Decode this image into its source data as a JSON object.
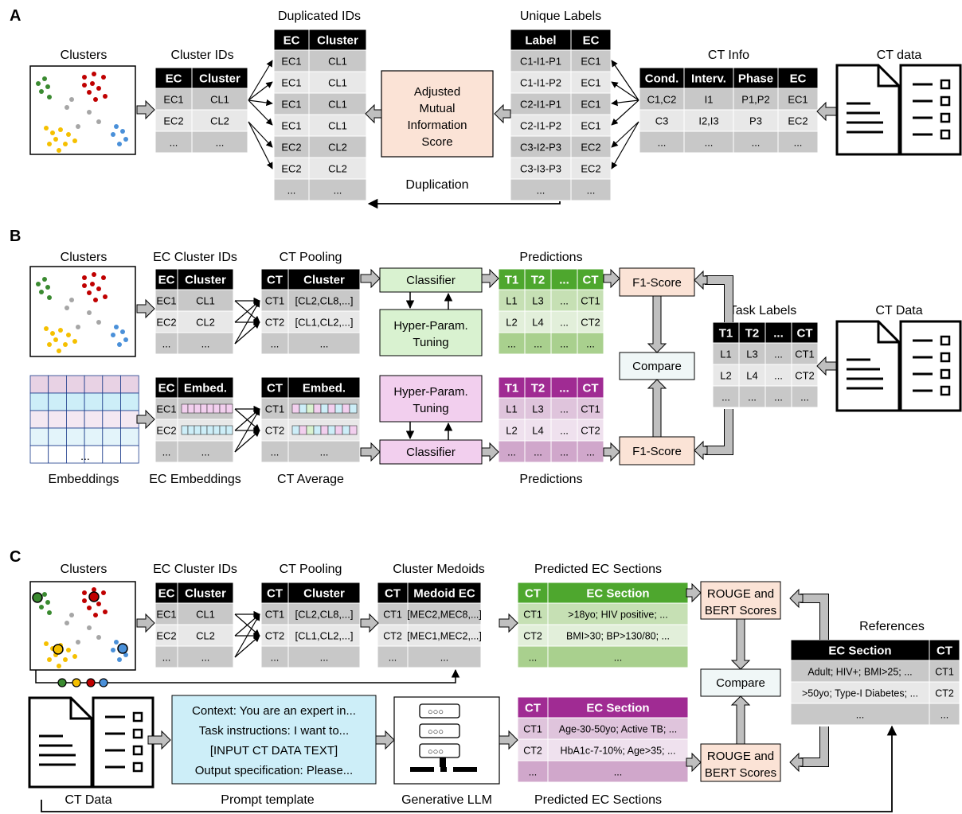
{
  "panel_a": {
    "letter": "A",
    "clusters_label": "Clusters",
    "cluster_ids": {
      "title": "Cluster IDs",
      "headers": [
        "EC",
        "Cluster"
      ],
      "rows": [
        [
          "EC1",
          "CL1"
        ],
        [
          "EC2",
          "CL2"
        ],
        [
          "...",
          "..."
        ]
      ]
    },
    "dup_ids": {
      "title": "Duplicated IDs",
      "headers": [
        "EC",
        "Cluster"
      ],
      "rows": [
        [
          "EC1",
          "CL1"
        ],
        [
          "EC1",
          "CL1"
        ],
        [
          "EC1",
          "CL1"
        ],
        [
          "EC1",
          "CL1"
        ],
        [
          "EC2",
          "CL2"
        ],
        [
          "EC2",
          "CL2"
        ],
        [
          "...",
          "..."
        ]
      ]
    },
    "ami": [
      "Adjusted",
      "Mutual",
      "Information",
      "Score"
    ],
    "unique_labels": {
      "title": "Unique Labels",
      "headers": [
        "Label",
        "EC"
      ],
      "rows": [
        [
          "C1-I1-P1",
          "EC1"
        ],
        [
          "C1-I1-P2",
          "EC1"
        ],
        [
          "C2-I1-P1",
          "EC1"
        ],
        [
          "C2-I1-P2",
          "EC1"
        ],
        [
          "C3-I2-P3",
          "EC2"
        ],
        [
          "C3-I3-P3",
          "EC2"
        ],
        [
          "...",
          "..."
        ]
      ]
    },
    "duplication_label": "Duplication",
    "ct_info": {
      "title": "CT Info",
      "headers": [
        "Cond.",
        "Interv.",
        "Phase",
        "EC"
      ],
      "rows": [
        [
          "C1,C2",
          "I1",
          "P1,P2",
          "EC1"
        ],
        [
          "C3",
          "I2,I3",
          "P3",
          "EC2"
        ],
        [
          "...",
          "...",
          "...",
          "..."
        ]
      ]
    },
    "ct_data_label": "CT data"
  },
  "panel_b": {
    "letter": "B",
    "clusters_label": "Clusters",
    "embeddings_label": "Embeddings",
    "embeddings_dots": "...",
    "ec_cluster_ids": {
      "title": "EC Cluster IDs",
      "headers": [
        "EC",
        "Cluster"
      ],
      "rows": [
        [
          "EC1",
          "CL1"
        ],
        [
          "EC2",
          "CL2"
        ],
        [
          "...",
          "..."
        ]
      ]
    },
    "ct_pooling": {
      "title": "CT Pooling",
      "headers": [
        "CT",
        "Cluster"
      ],
      "rows": [
        [
          "CT1",
          "[CL2,CL8,...]"
        ],
        [
          "CT2",
          "[CL1,CL2,...]"
        ],
        [
          "...",
          "..."
        ]
      ]
    },
    "ec_embeddings": {
      "title": "EC Embeddings",
      "headers": [
        "EC",
        "Embed."
      ],
      "rows": [
        [
          "EC1",
          ""
        ],
        [
          "EC2",
          ""
        ],
        [
          "...",
          "..."
        ]
      ]
    },
    "ct_average": {
      "title": "CT Average",
      "headers": [
        "CT",
        "Embed."
      ],
      "rows": [
        [
          "CT1",
          ""
        ],
        [
          "CT2",
          ""
        ],
        [
          "...",
          "..."
        ]
      ]
    },
    "classifier_label": "Classifier",
    "tuning_label": [
      "Hyper-Param.",
      "Tuning"
    ],
    "predictions_label": "Predictions",
    "pred_headers": [
      "T1",
      "T2",
      "...",
      "CT"
    ],
    "pred_rows": [
      [
        "L1",
        "L3",
        "...",
        "CT1"
      ],
      [
        "L2",
        "L4",
        "...",
        "CT2"
      ],
      [
        "...",
        "...",
        "...",
        "..."
      ]
    ],
    "f1_label": "F1-Score",
    "compare_label": "Compare",
    "task_labels": {
      "title": "Task Labels",
      "headers": [
        "T1",
        "T2",
        "...",
        "CT"
      ],
      "rows": [
        [
          "L1",
          "L3",
          "...",
          "CT1"
        ],
        [
          "L2",
          "L4",
          "...",
          "CT2"
        ],
        [
          "...",
          "...",
          "...",
          "..."
        ]
      ]
    },
    "ct_data_label": "CT Data"
  },
  "panel_c": {
    "letter": "C",
    "clusters_label": "Clusters",
    "ec_cluster_ids": {
      "title": "EC Cluster IDs",
      "headers": [
        "EC",
        "Cluster"
      ],
      "rows": [
        [
          "EC1",
          "CL1"
        ],
        [
          "EC2",
          "CL2"
        ],
        [
          "...",
          "..."
        ]
      ]
    },
    "ct_pooling": {
      "title": "CT Pooling",
      "headers": [
        "CT",
        "Cluster"
      ],
      "rows": [
        [
          "CT1",
          "[CL2,CL8,...]"
        ],
        [
          "CT2",
          "[CL1,CL2,...]"
        ],
        [
          "...",
          "..."
        ]
      ]
    },
    "medoids": {
      "title": "Cluster Medoids",
      "headers": [
        "CT",
        "Medoid EC"
      ],
      "rows": [
        [
          "CT1",
          "[MEC2,MEC8,...]"
        ],
        [
          "CT2",
          "[MEC1,MEC2,...]"
        ],
        [
          "...",
          "..."
        ]
      ]
    },
    "pred_top": {
      "title": "Predicted EC Sections",
      "headers": [
        "CT",
        "EC Section"
      ],
      "rows": [
        [
          "CT1",
          ">18yo; HIV positive; ..."
        ],
        [
          "CT2",
          "BMI>30; BP>130/80; ..."
        ],
        [
          "...",
          "..."
        ]
      ]
    },
    "pred_bottom": {
      "title": "Predicted EC Sections",
      "headers": [
        "CT",
        "EC Section"
      ],
      "rows": [
        [
          "CT1",
          "Age-30-50yo; Active TB; ..."
        ],
        [
          "CT2",
          "HbA1c-7-10%; Age>35; ..."
        ],
        [
          "...",
          "..."
        ]
      ]
    },
    "rouge_label": [
      "ROUGE and",
      "BERT Scores"
    ],
    "compare_label": "Compare",
    "references": {
      "title": "References",
      "headers": [
        "EC Section",
        "CT"
      ],
      "rows": [
        [
          "Adult; HIV+; BMI>25; ...",
          "CT1"
        ],
        [
          ">50yo; Type-I Diabetes; ...",
          "CT2"
        ],
        [
          "...",
          "..."
        ]
      ]
    },
    "ct_data_label": "CT Data",
    "prompt": {
      "title": "Prompt template",
      "lines": [
        "Context: You are an expert in...",
        "Task instructions: I want to...",
        "[INPUT CT DATA TEXT]",
        "Output specification: Please..."
      ]
    },
    "llm_label": "Generative LLM",
    "server_dots": "○○○"
  },
  "colors": {
    "header_black": "#000000",
    "cell_gray": "#c8c8c8",
    "cell_light": "#e8e8e8",
    "ami_fill": "#fbe3d6",
    "f1_fill": "#fbe3d6",
    "classifier_green": "#d9f2d0",
    "classifier_pink": "#f2cfee",
    "pred_green_header": "#4ea72e",
    "pred_purple_header": "#a02b93",
    "prompt_blue": "#cdeef8",
    "cluster_red": "#c00000",
    "cluster_green": "#3a8a30",
    "cluster_yellow": "#f5c000",
    "cluster_blue": "#4a90d9",
    "cluster_gray": "#a6a6a6"
  }
}
